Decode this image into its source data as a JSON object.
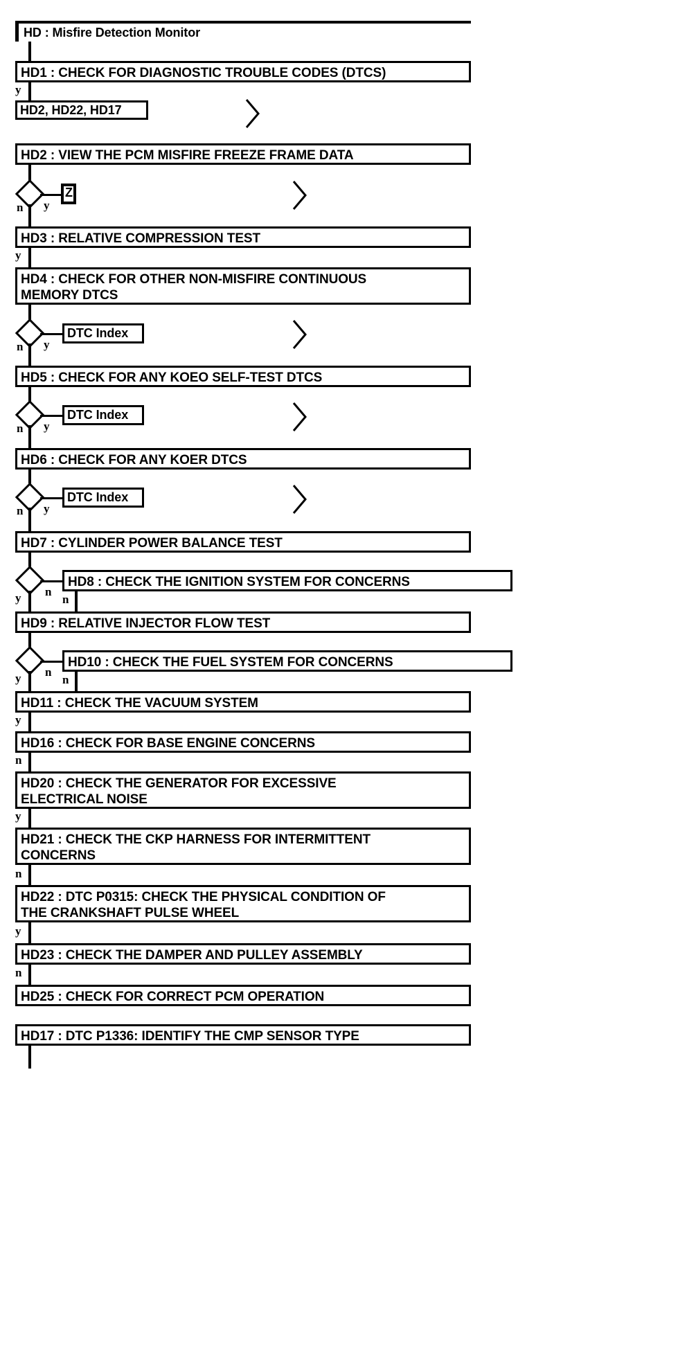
{
  "diagram": {
    "title": "HD : Misfire Detection Monitor",
    "type": "flowchart",
    "orientation": "vertical",
    "colors": {
      "line": "#000000",
      "background": "#ffffff",
      "text": "#000000"
    },
    "nodes": [
      {
        "id": "HD",
        "label": "HD : Misfire Detection Monitor",
        "shape": "title-bar"
      },
      {
        "id": "HD1",
        "label": "HD1 : CHECK FOR DIAGNOSTIC TROUBLE CODES (DTCS)",
        "shape": "box"
      },
      {
        "id": "REF1",
        "label": "HD2, HD22, HD17",
        "shape": "box-small"
      },
      {
        "id": "HD2",
        "label": "HD2 : VIEW THE PCM MISFIRE FREEZE FRAME DATA",
        "shape": "box"
      },
      {
        "id": "REFZ",
        "label": "Z",
        "shape": "box-tiny"
      },
      {
        "id": "HD3",
        "label": "HD3 : RELATIVE COMPRESSION TEST",
        "shape": "box"
      },
      {
        "id": "HD4",
        "label": "HD4 : CHECK FOR OTHER NON-MISFIRE CONTINUOUS\nMEMORY DTCS",
        "shape": "box"
      },
      {
        "id": "IDX1",
        "label": "DTC Index",
        "shape": "box-small"
      },
      {
        "id": "HD5",
        "label": "HD5 : CHECK FOR ANY KOEO SELF-TEST DTCS",
        "shape": "box"
      },
      {
        "id": "IDX2",
        "label": "DTC Index",
        "shape": "box-small"
      },
      {
        "id": "HD6",
        "label": "HD6 : CHECK FOR ANY KOER DTCS",
        "shape": "box"
      },
      {
        "id": "IDX3",
        "label": "DTC Index",
        "shape": "box-small"
      },
      {
        "id": "HD7",
        "label": "HD7 : CYLINDER POWER BALANCE TEST",
        "shape": "box"
      },
      {
        "id": "HD8",
        "label": "HD8 : CHECK THE IGNITION SYSTEM FOR CONCERNS",
        "shape": "box"
      },
      {
        "id": "HD9",
        "label": "HD9 : RELATIVE INJECTOR FLOW TEST",
        "shape": "box"
      },
      {
        "id": "HD10",
        "label": "HD10 : CHECK THE FUEL SYSTEM FOR CONCERNS",
        "shape": "box"
      },
      {
        "id": "HD11",
        "label": "HD11 : CHECK THE VACUUM SYSTEM",
        "shape": "box"
      },
      {
        "id": "HD16",
        "label": "HD16 : CHECK FOR BASE ENGINE CONCERNS",
        "shape": "box"
      },
      {
        "id": "HD20",
        "label": "HD20 : CHECK THE GENERATOR FOR EXCESSIVE\nELECTRICAL NOISE",
        "shape": "box"
      },
      {
        "id": "HD21",
        "label": "HD21 : CHECK THE CKP HARNESS FOR INTERMITTENT\nCONCERNS",
        "shape": "box"
      },
      {
        "id": "HD22",
        "label": "HD22 : DTC P0315: CHECK THE PHYSICAL CONDITION OF\nTHE CRANKSHAFT PULSE WHEEL",
        "shape": "box"
      },
      {
        "id": "HD23",
        "label": "HD23 : CHECK THE DAMPER AND PULLEY ASSEMBLY",
        "shape": "box"
      },
      {
        "id": "HD25",
        "label": "HD25 : CHECK FOR CORRECT PCM OPERATION",
        "shape": "box"
      },
      {
        "id": "HD17",
        "label": "HD17 : DTC P1336: IDENTIFY THE CMP SENSOR TYPE",
        "shape": "box"
      }
    ],
    "branch_labels": {
      "yes": "y",
      "no": "n"
    },
    "edges": [
      {
        "from": "HD1",
        "to": "REF1",
        "label": "y"
      },
      {
        "from": "HD2",
        "to": "REFZ",
        "label": "y"
      },
      {
        "from": "HD2",
        "to": "HD3",
        "label": "n"
      },
      {
        "from": "HD3",
        "to": "HD4",
        "label": "y"
      },
      {
        "from": "HD4",
        "to": "IDX1",
        "label": "y"
      },
      {
        "from": "HD4",
        "to": "HD5",
        "label": "n"
      },
      {
        "from": "HD5",
        "to": "IDX2",
        "label": "y"
      },
      {
        "from": "HD5",
        "to": "HD6",
        "label": "n"
      },
      {
        "from": "HD6",
        "to": "IDX3",
        "label": "y"
      },
      {
        "from": "HD6",
        "to": "HD7",
        "label": "n"
      },
      {
        "from": "HD7",
        "to": "HD8",
        "label": "n"
      },
      {
        "from": "HD7",
        "to": "HD9",
        "label": "y"
      },
      {
        "from": "HD8",
        "to": "HD9",
        "label": "n"
      },
      {
        "from": "HD9",
        "to": "HD10",
        "label": "n"
      },
      {
        "from": "HD9",
        "to": "HD11",
        "label": "y"
      },
      {
        "from": "HD10",
        "to": "HD11",
        "label": "n"
      },
      {
        "from": "HD11",
        "to": "HD16",
        "label": "y"
      },
      {
        "from": "HD16",
        "to": "HD20",
        "label": "n"
      },
      {
        "from": "HD20",
        "to": "HD21",
        "label": "y"
      },
      {
        "from": "HD21",
        "to": "HD22",
        "label": "n"
      },
      {
        "from": "HD22",
        "to": "HD23",
        "label": "y"
      },
      {
        "from": "HD23",
        "to": "HD25",
        "label": "n"
      }
    ],
    "offpage_connectors": 5
  }
}
